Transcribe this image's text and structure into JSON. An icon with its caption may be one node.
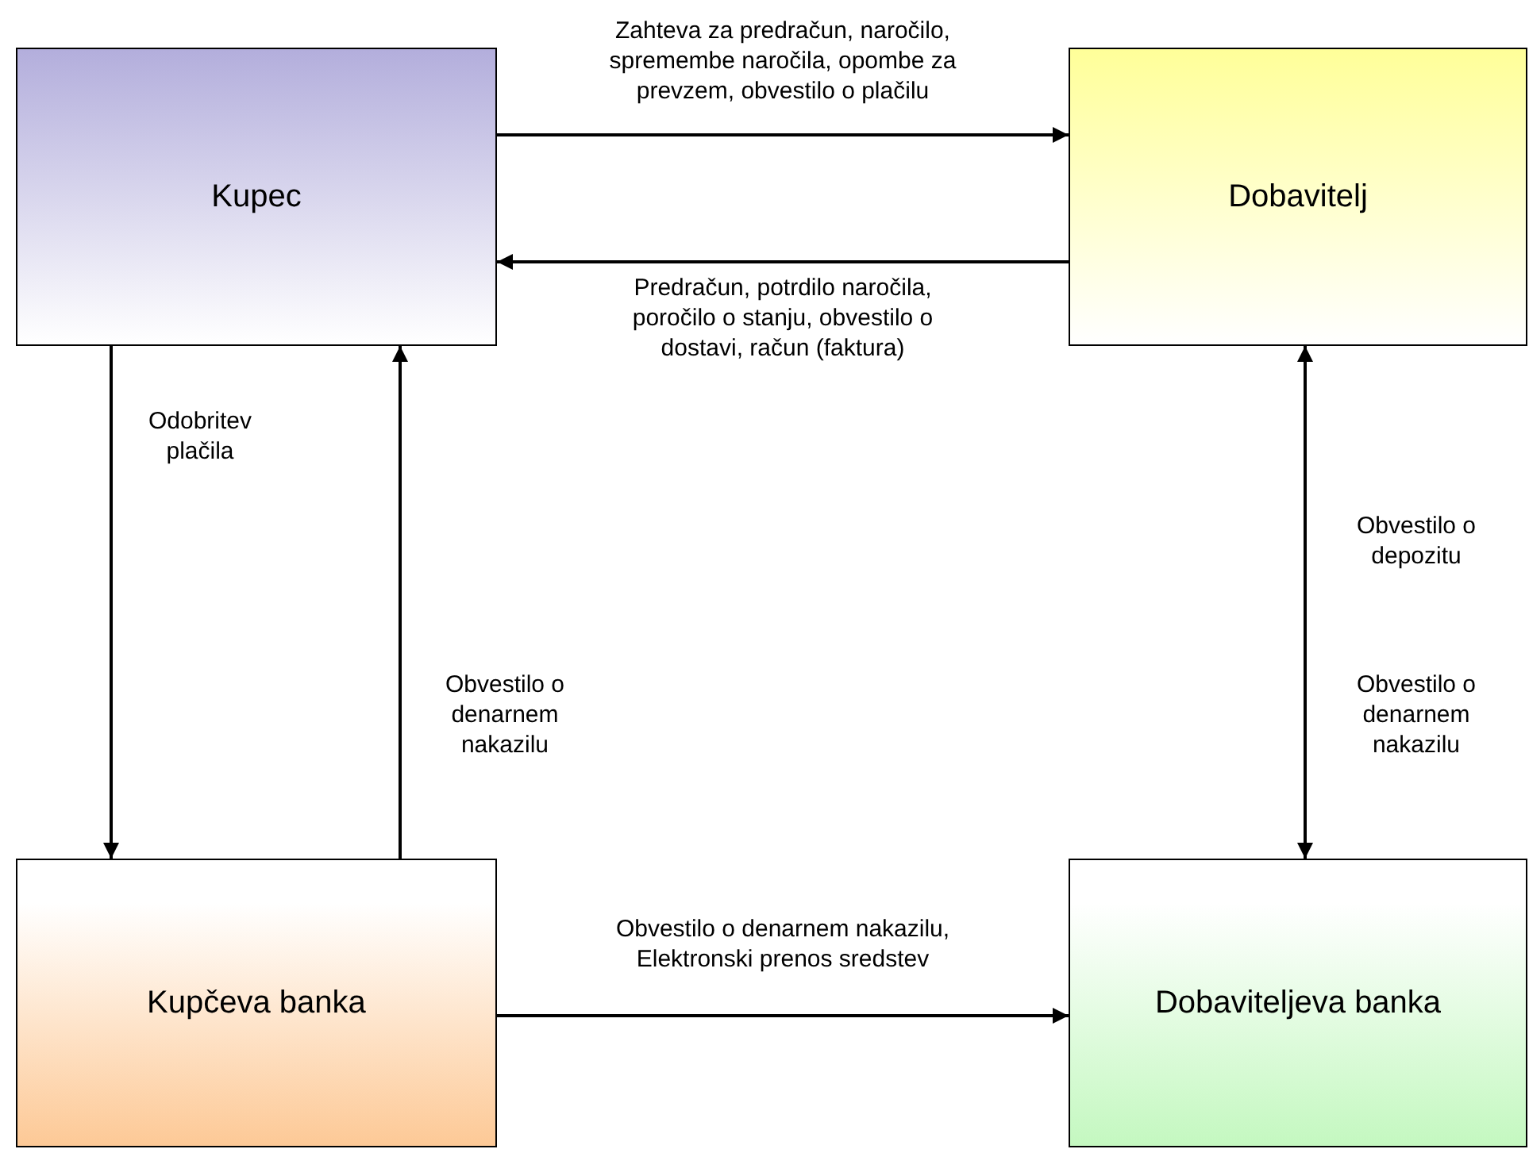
{
  "diagram": {
    "nodes": [
      {
        "text": [
          "Kupec"
        ]
      },
      {
        "text": [
          "Dobavitelj"
        ]
      },
      {
        "text": [
          "Kupčeva banka"
        ]
      },
      {
        "text": [
          "Dobaviteljeva banka"
        ]
      }
    ],
    "edges": [
      {
        "from": 0,
        "to": 1,
        "arrow": "to",
        "label": "Zahteva za predračun, naročilo, spremembe naročila, opombe za prevzem, obvestilo o plačilu"
      },
      {
        "from": 1,
        "to": 0,
        "arrow": "to",
        "label": "Predračun, potrdilo naročila, poročilo o stanju, obvestilo o dostavi, račun (faktura)"
      },
      {
        "from": 0,
        "to": 2,
        "arrow": "to",
        "label": "Odobritev plačila"
      },
      {
        "from": 2,
        "to": 0,
        "arrow": "to",
        "label": "Obvestilo o denarnem nakazilu"
      },
      {
        "from": 1,
        "to": 3,
        "arrow": "both",
        "label": "Obvestilo o depozitu"
      },
      {
        "from": 2,
        "to": 3,
        "arrow": "to",
        "label": "Obvestilo o denarnem nakazilu, Elektronski prenos sredstev"
      }
    ],
    "labels": [
      "Obvestilo o denarnem nakazilu"
    ]
  }
}
